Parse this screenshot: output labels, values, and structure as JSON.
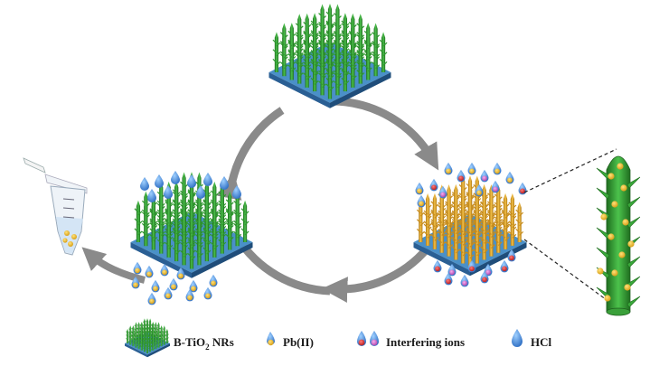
{
  "legend": {
    "item1_main": "B-TiO",
    "item1_sub": "2",
    "item1_tail": " NRs",
    "item2": "Pb(II)",
    "item3": "Interfering ions",
    "item4": "HCl"
  },
  "colors": {
    "substrate_top": "#4a90c8",
    "substrate_side": "#2a5f94",
    "rod_green": "#2e8b2e",
    "rod_green_light": "#4cb84c",
    "rod_gold": "#e0a52a",
    "pb_ion": "#e8b830",
    "interfering_red": "#d83030",
    "interfering_pink": "#d070c8",
    "hcl_drop": "#4a8fd8",
    "arrow_gray": "#8a8a8a"
  },
  "icons": {
    "tube": "centrifuge-tube-icon",
    "drop": "droplet-icon"
  }
}
